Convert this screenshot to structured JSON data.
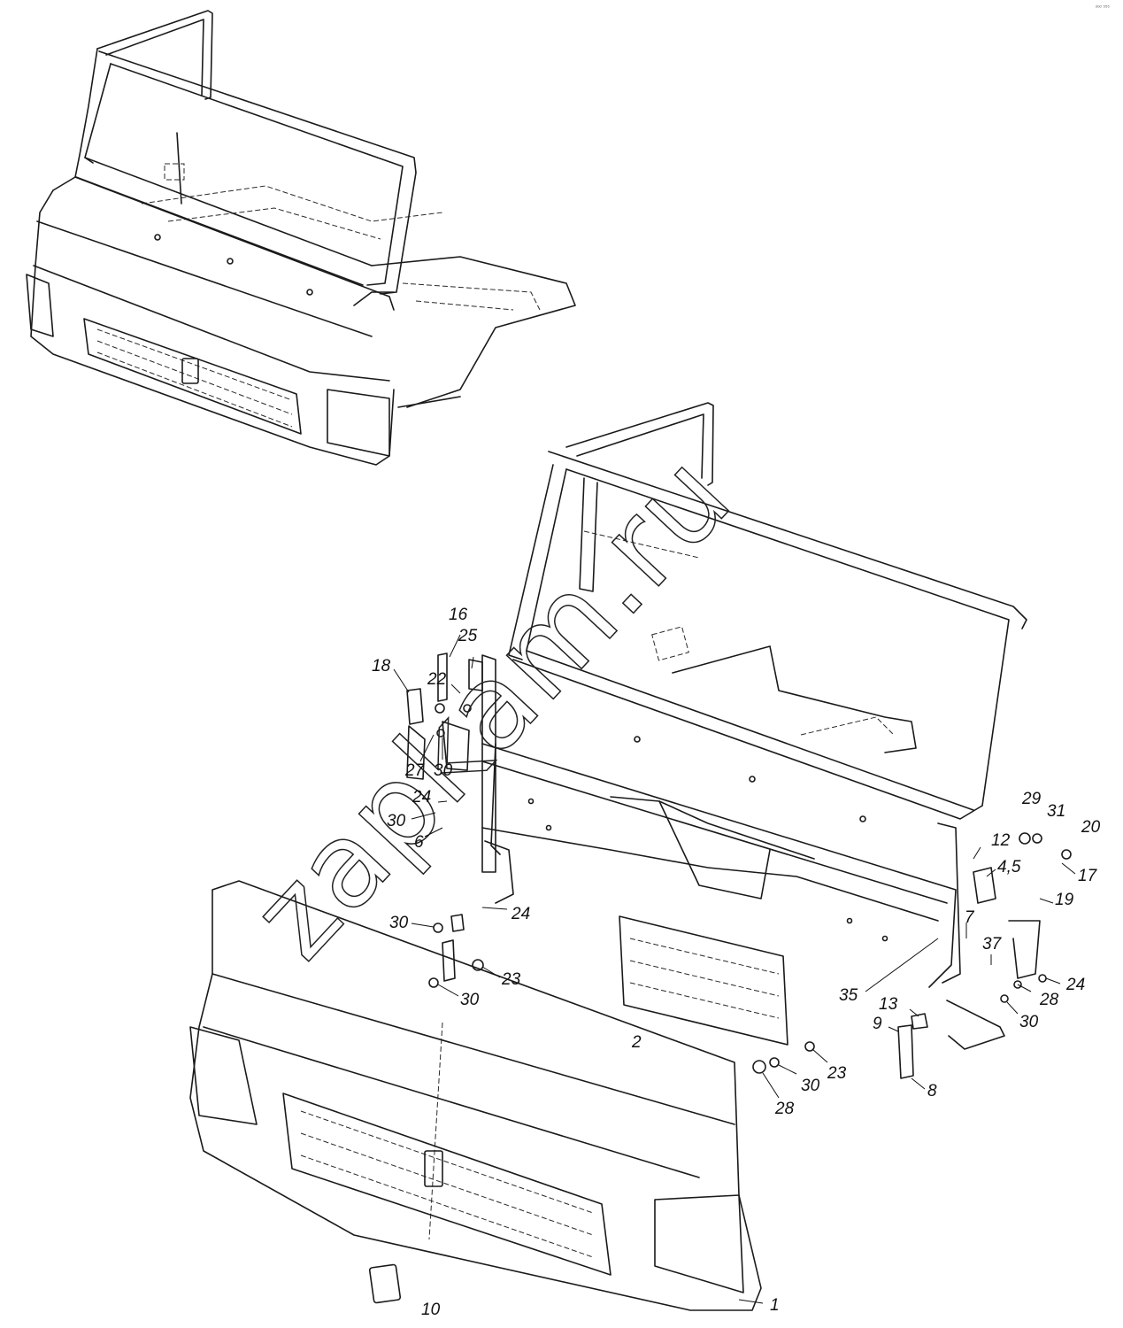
{
  "watermark": "zapkam.ru",
  "corner_mark": "ᵒᵒᵒ ⁵⁵⁵",
  "callouts": [
    {
      "id": "c1",
      "label": "1"
    },
    {
      "id": "c2",
      "label": "2"
    },
    {
      "id": "c4_5",
      "label": "4,5"
    },
    {
      "id": "c6",
      "label": "6"
    },
    {
      "id": "c7",
      "label": "7"
    },
    {
      "id": "c8",
      "label": "8"
    },
    {
      "id": "c9",
      "label": "9"
    },
    {
      "id": "c10",
      "label": "10"
    },
    {
      "id": "c12",
      "label": "12"
    },
    {
      "id": "c13",
      "label": "13"
    },
    {
      "id": "c16",
      "label": "16"
    },
    {
      "id": "c17",
      "label": "17"
    },
    {
      "id": "c18",
      "label": "18"
    },
    {
      "id": "c19",
      "label": "19"
    },
    {
      "id": "c20",
      "label": "20"
    },
    {
      "id": "c22",
      "label": "22"
    },
    {
      "id": "c23a",
      "label": "23"
    },
    {
      "id": "c23b",
      "label": "23"
    },
    {
      "id": "c24a",
      "label": "24"
    },
    {
      "id": "c24b",
      "label": "24"
    },
    {
      "id": "c24c",
      "label": "24"
    },
    {
      "id": "c25",
      "label": "25"
    },
    {
      "id": "c27",
      "label": "27"
    },
    {
      "id": "c28a",
      "label": "28"
    },
    {
      "id": "c28b",
      "label": "28"
    },
    {
      "id": "c29",
      "label": "29"
    },
    {
      "id": "c30a",
      "label": "30"
    },
    {
      "id": "c30b",
      "label": "30"
    },
    {
      "id": "c30c",
      "label": "30"
    },
    {
      "id": "c30d",
      "label": "30"
    },
    {
      "id": "c30e",
      "label": "30"
    },
    {
      "id": "c30f",
      "label": "30"
    },
    {
      "id": "c31",
      "label": "31"
    },
    {
      "id": "c35",
      "label": "35"
    },
    {
      "id": "c37",
      "label": "37"
    }
  ]
}
